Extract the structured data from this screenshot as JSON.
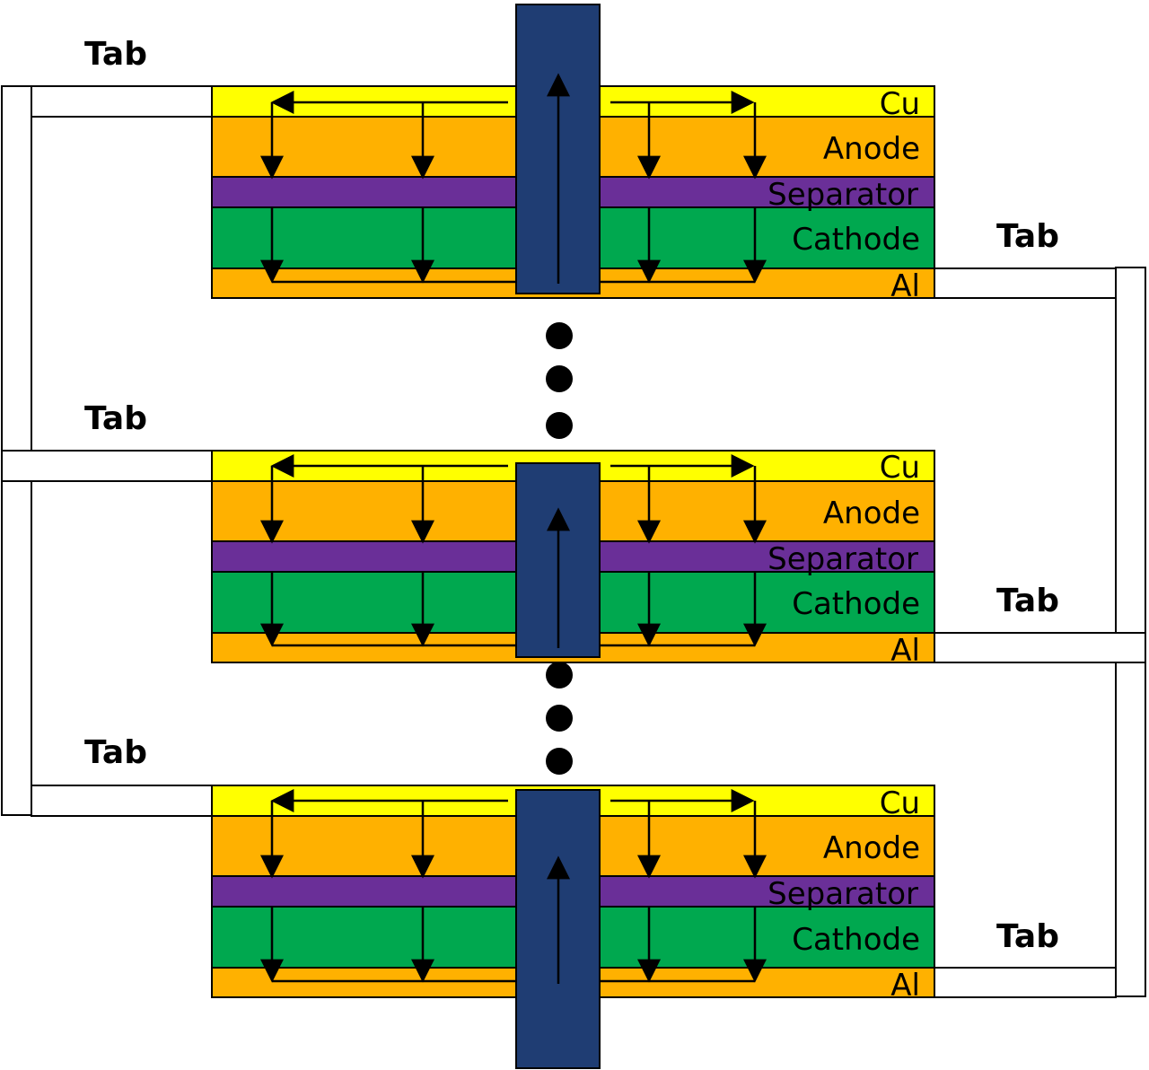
{
  "colors": {
    "cu": "#ffff00",
    "anode": "#ffb100",
    "separator": "#6a2f98",
    "cathode": "#00a84f",
    "al": "#ffb100",
    "core": "#1f3d73",
    "line": "#000000",
    "tab_fill": "#ffffff"
  },
  "cells": [
    {
      "layers": {
        "cu": "Cu",
        "anode": "Anode",
        "separator": "Separator",
        "cathode": "Cathode",
        "al": "Al"
      },
      "tab_left": "Tab",
      "tab_right": "Tab"
    },
    {
      "layers": {
        "cu": "Cu",
        "anode": "Anode",
        "separator": "Separator",
        "cathode": "Cathode",
        "al": "Al"
      },
      "tab_left": "Tab",
      "tab_right": "Tab"
    },
    {
      "layers": {
        "cu": "Cu",
        "anode": "Anode",
        "separator": "Separator",
        "cathode": "Cathode",
        "al": "Al"
      },
      "tab_left": "Tab",
      "tab_right": "Tab"
    }
  ]
}
